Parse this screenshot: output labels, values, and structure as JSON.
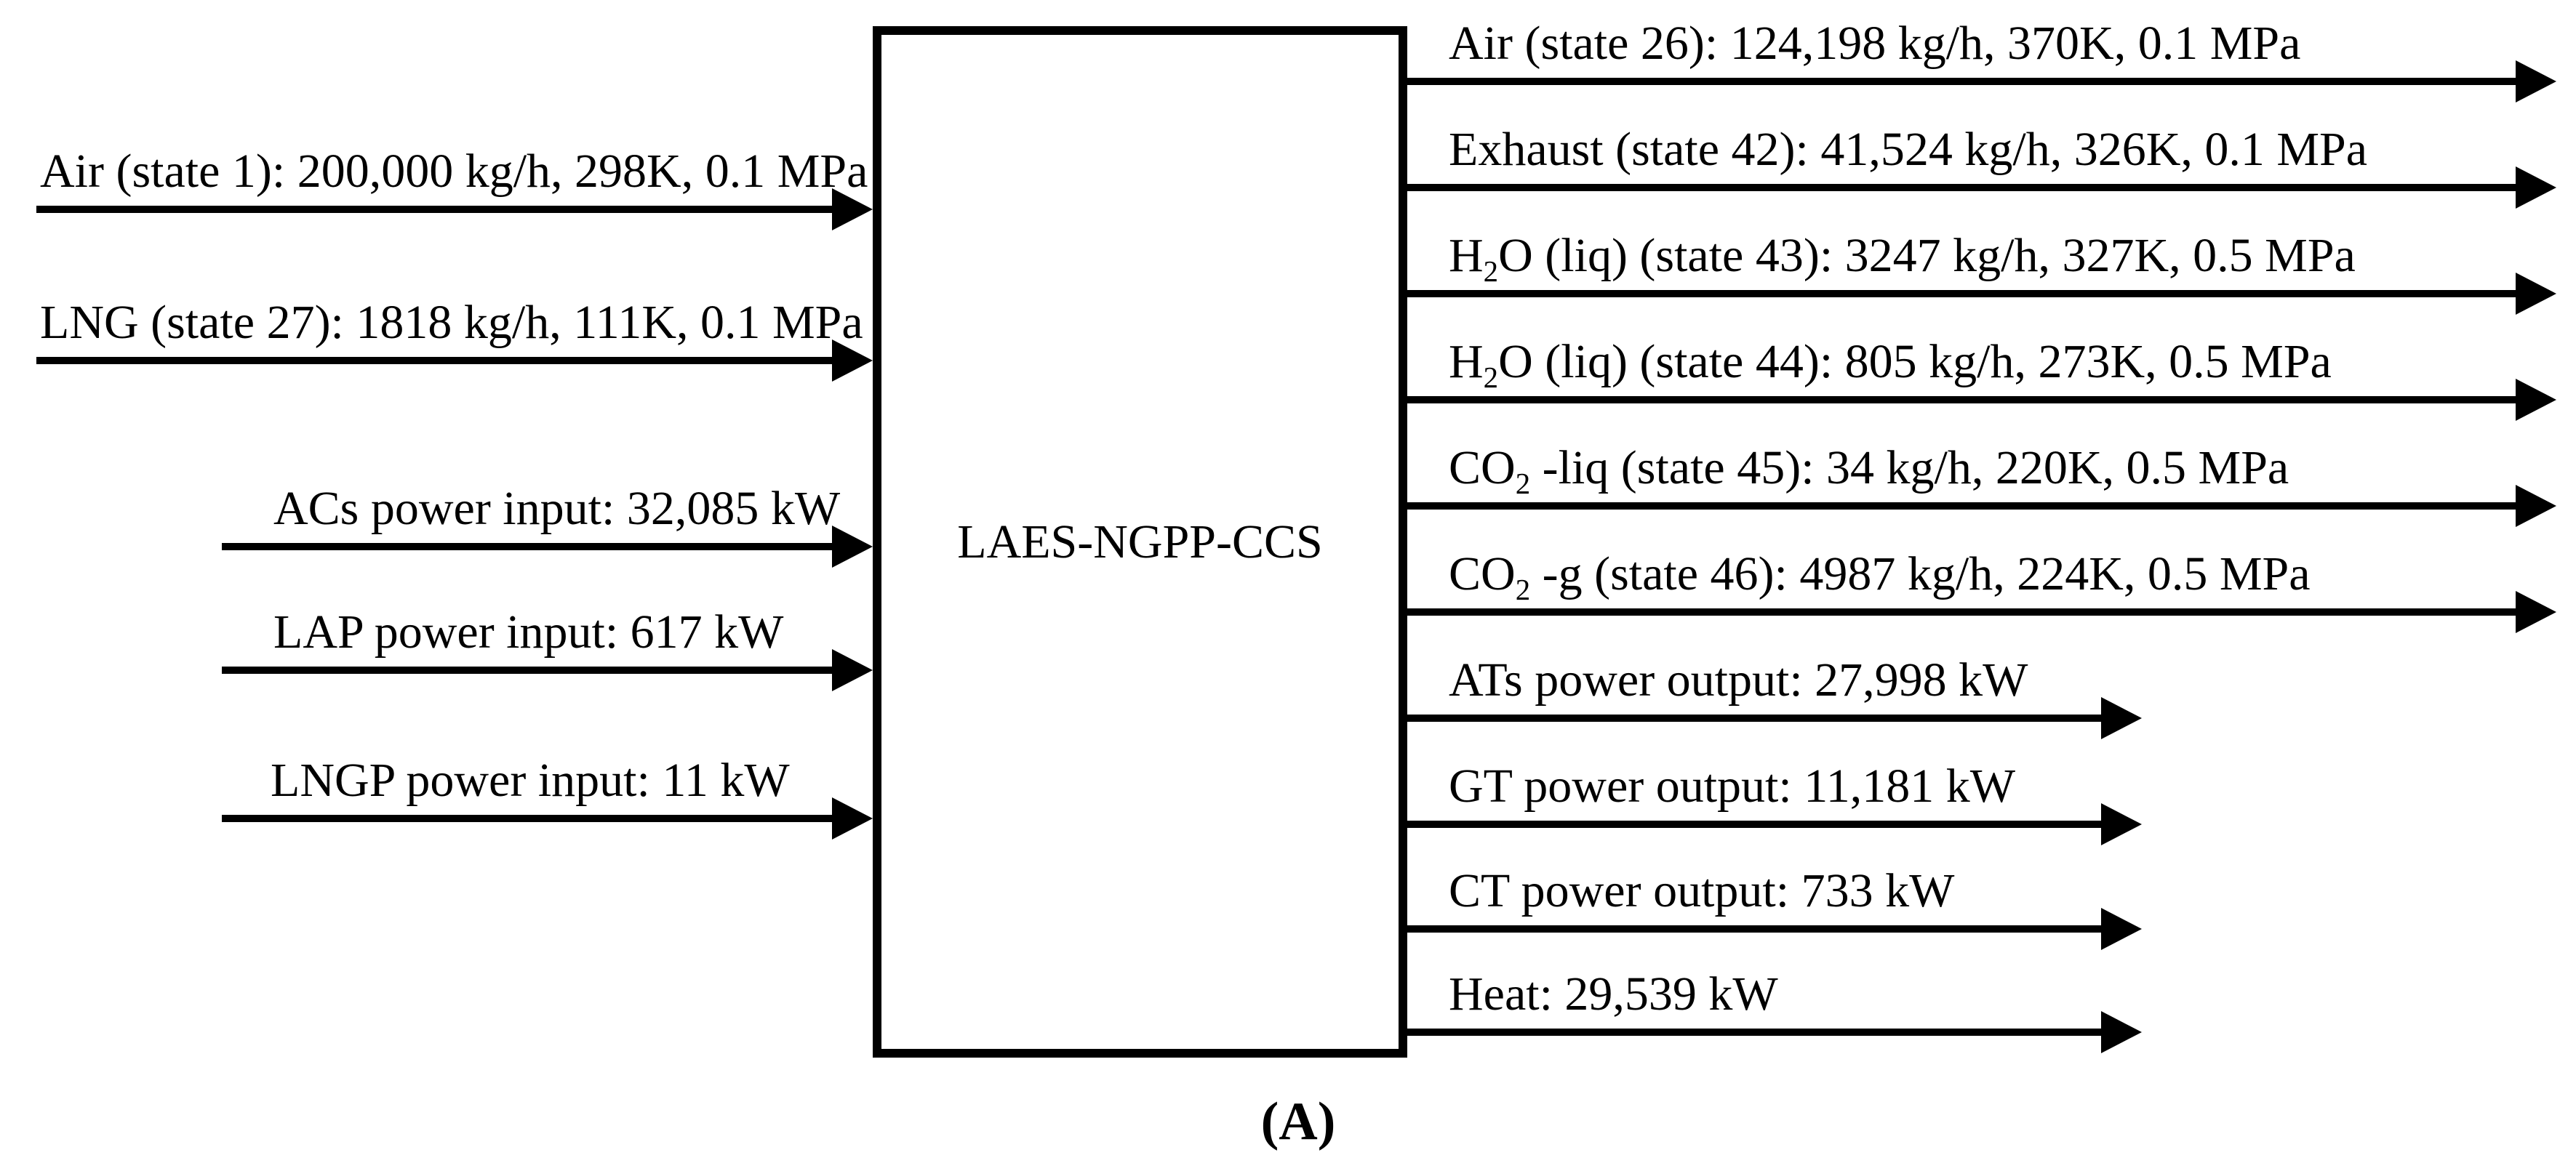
{
  "figure": {
    "box_label": "LAES-NGPP-CCS",
    "caption": "(A)"
  },
  "inputs": [
    {
      "label": "Air (state 1): 200,000 kg/h, 298K, 0.1 MPa"
    },
    {
      "label": "LNG (state 27): 1818 kg/h, 111K, 0.1 MPa"
    },
    {
      "label": "ACs power input: 32,085 kW"
    },
    {
      "label": "LAP power input: 617 kW"
    },
    {
      "label": "LNGP power input: 11 kW"
    }
  ],
  "outputs": [
    {
      "pre": "Air (state 26): 124,198 kg/h, 370K, 0.1 MPa",
      "sub": "",
      "rest": ""
    },
    {
      "pre": "Exhaust (state 42): 41,524 kg/h, 326K, 0.1 MPa",
      "sub": "",
      "rest": ""
    },
    {
      "pre": "H",
      "sub": "2",
      "rest": "O (liq) (state 43): 3247 kg/h, 327K, 0.5 MPa"
    },
    {
      "pre": "H",
      "sub": "2",
      "rest": "O (liq) (state 44): 805 kg/h, 273K, 0.5 MPa"
    },
    {
      "pre": "CO",
      "sub": "2",
      "rest": " -liq (state 45): 34 kg/h, 220K, 0.5 MPa"
    },
    {
      "pre": "CO",
      "sub": "2",
      "rest": " -g (state 46): 4987 kg/h, 224K, 0.5 MPa"
    },
    {
      "pre": "ATs power output: 27,998 kW",
      "sub": "",
      "rest": ""
    },
    {
      "pre": "GT power output: 11,181 kW",
      "sub": "",
      "rest": ""
    },
    {
      "pre": "CT power output: 733 kW",
      "sub": "",
      "rest": ""
    },
    {
      "pre": "Heat: 29,539 kW",
      "sub": "",
      "rest": ""
    }
  ]
}
